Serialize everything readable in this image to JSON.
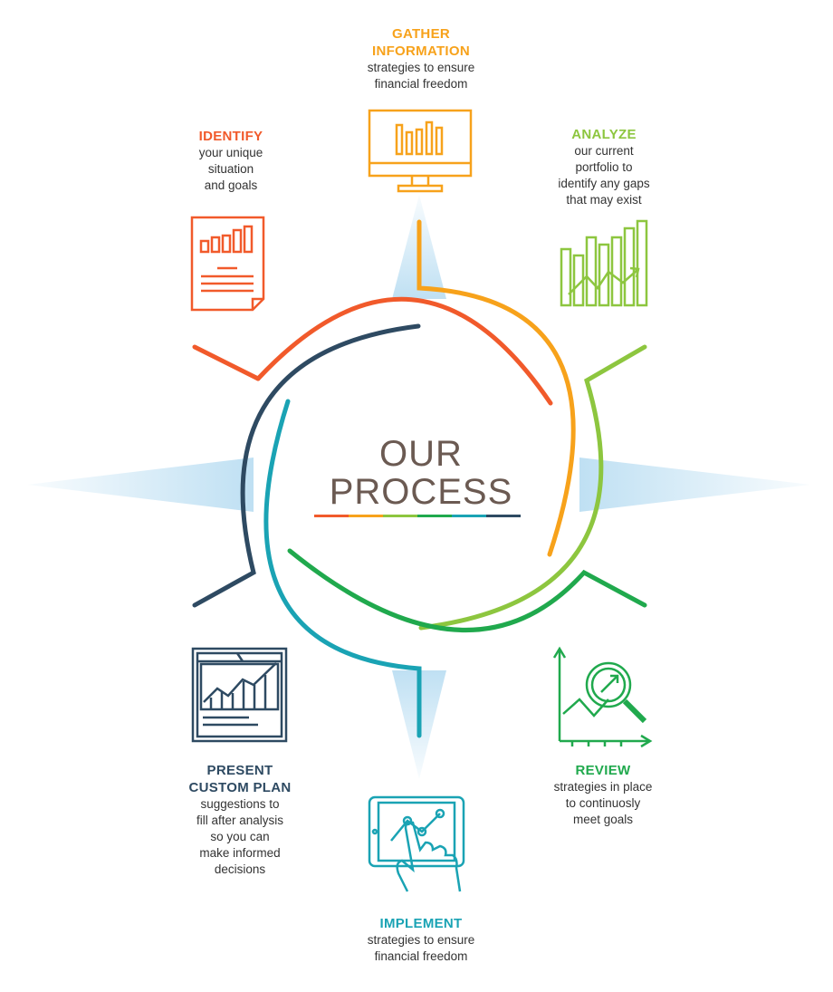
{
  "center": {
    "title": "OUR\nPROCESS",
    "underline_colors": [
      "#f15a2b",
      "#f7a21b",
      "#8dc63f",
      "#20a94d",
      "#1aa3b4",
      "#2e4a62"
    ]
  },
  "steps": {
    "gather": {
      "title": "GATHER\nINFORMATION",
      "desc": "strategies to ensure\nfinancial freedom",
      "color": "#f7a21b",
      "icon": "monitor-bar-chart-icon"
    },
    "analyze": {
      "title": "ANALYZE",
      "desc": "our current\nportfolio to\nidentify any gaps\nthat may exist",
      "color": "#8dc63f",
      "icon": "growth-chart-icon"
    },
    "review": {
      "title": "REVIEW",
      "desc": "strategies in place\nto continuosly\nmeet goals",
      "color": "#20a94d",
      "icon": "magnifier-chart-icon"
    },
    "implement": {
      "title": "IMPLEMENT",
      "desc": "strategies to ensure\nfinancial freedom",
      "color": "#1aa3b4",
      "icon": "touch-tablet-icon"
    },
    "present": {
      "title": "PRESENT\nCUSTOM PLAN",
      "desc": "suggestions to\nfill after analysis\nso you can\nmake informed\ndecisions",
      "color": "#2e4a62",
      "icon": "report-window-icon"
    },
    "identify": {
      "title": "IDENTIFY",
      "desc": "your unique\nsituation\nand goals",
      "color": "#f15a2b",
      "icon": "document-chart-icon"
    }
  },
  "compass_color": "#bfe0f3"
}
